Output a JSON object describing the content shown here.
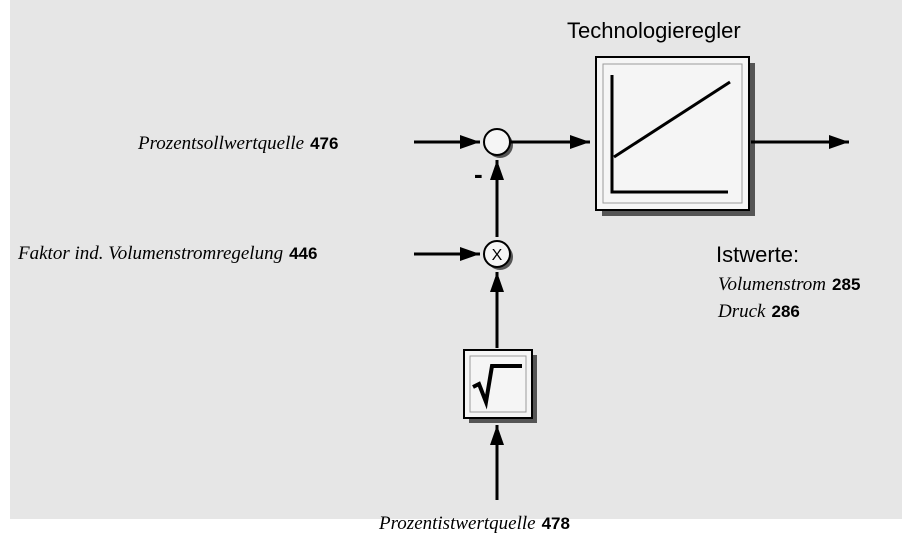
{
  "controller": {
    "title": "Technologieregler"
  },
  "inputs": {
    "setpoint": {
      "label": "Prozentsollwertquelle",
      "param": "476"
    },
    "factor": {
      "label": "Faktor ind. Volumenstromregelung",
      "param": "446"
    },
    "actual": {
      "label": "Prozentistwertquelle",
      "param": "478"
    }
  },
  "operators": {
    "minus_sign": "-",
    "multiply_symbol": "X",
    "sqrt_symbol": "√"
  },
  "actual_values": {
    "heading": "Istwerte:",
    "items": [
      {
        "label": "Volumenstrom",
        "param": "285"
      },
      {
        "label": "Druck",
        "param": "286"
      }
    ]
  },
  "colors": {
    "background": "#e6e6e6",
    "block_face": "#f5f5f5",
    "shadow": "#555555",
    "line": "#000000"
  }
}
